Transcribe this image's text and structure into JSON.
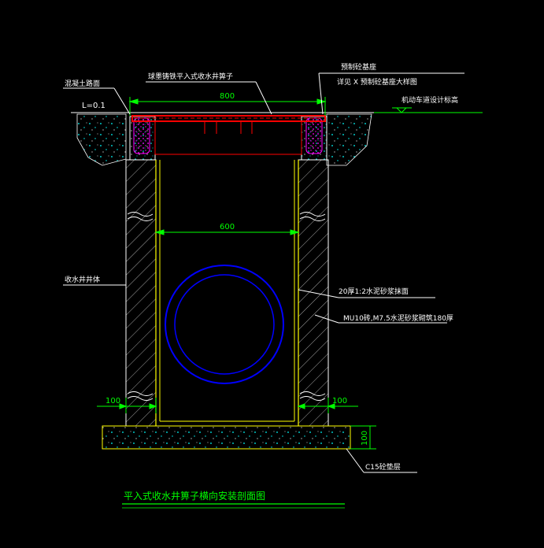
{
  "drawing": {
    "title": "平入式收水井箅子横向安装剖面图",
    "labels": {
      "road_surface": "混凝土路面",
      "slope": "L=0.1",
      "grate_name": "球墨铸铁平入式收水井箅子",
      "precast_block": "预制砼基座",
      "detail_ref": "详见 X 预制砼基座大样图",
      "road_design_elev": "机动车道设计标高",
      "well_body": "收水井井体",
      "plaster": "20厚1:2水泥砂浆抹面",
      "masonry": "MU10砖,M7.5水泥砂浆砌筑180厚",
      "cushion": "C15砼垫层"
    },
    "dims": {
      "grate_width": "800",
      "inner_width": "600",
      "left_wall": "100",
      "right_wall": "100",
      "cushion_thk": "100"
    },
    "colors": {
      "background": "#000000",
      "outline": "#ffffff",
      "wall_edge": "#ffff00",
      "hatch": "#ffffff",
      "dimension": "#00ff00",
      "label": "#ffffff",
      "grate": "#ff0000",
      "pipe": "#0000ff",
      "fill_dots": "#00ffff",
      "precast": "#ff00ff"
    }
  }
}
